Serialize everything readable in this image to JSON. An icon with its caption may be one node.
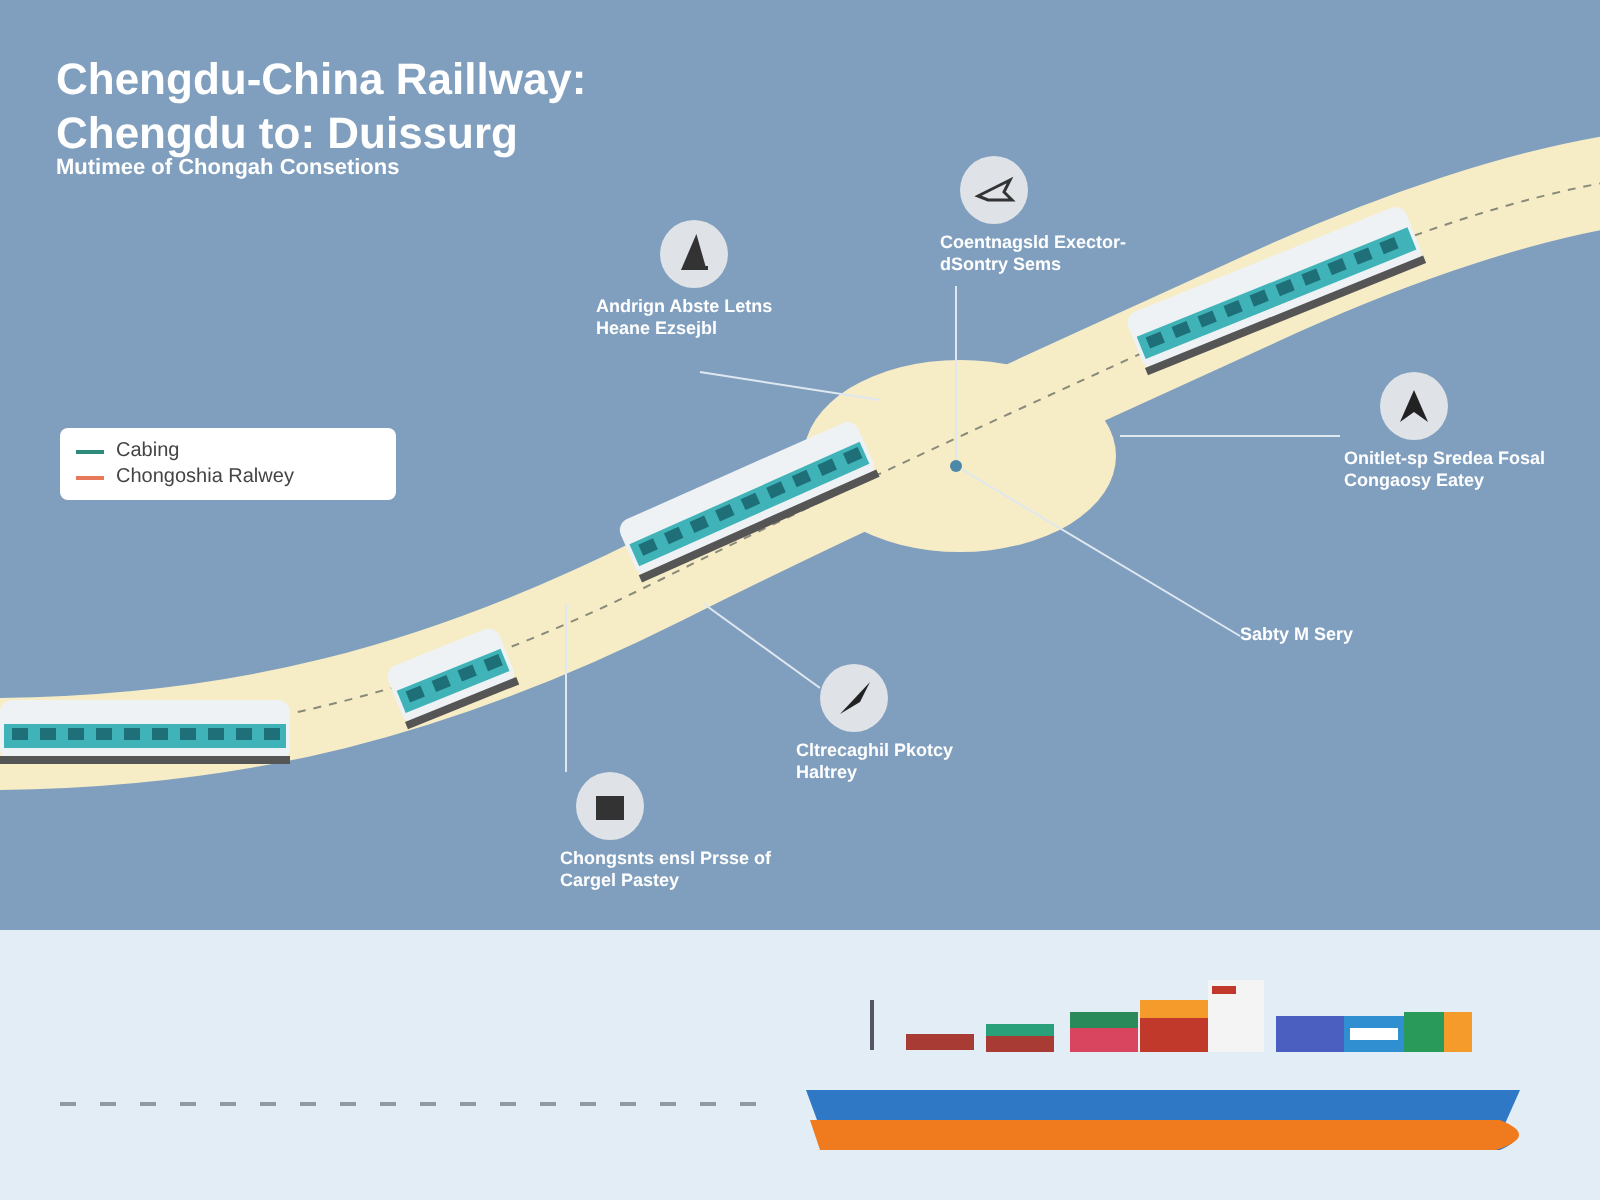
{
  "diagram": {
    "title": "Chengdu-China Raillway: Chengdu to: Duissurg",
    "nodes": [
      {
        "text": [
          "Andrign Abste Letns Heane Ezsejbl"
        ]
      },
      {
        "text": [
          "Coentnagsld Exector-dSontry Sems"
        ]
      },
      {
        "text": [
          "Onitlet-sp Sredea Fosal Congaosy Eatey"
        ]
      },
      {
        "text": [
          "Sabty M Sery"
        ]
      },
      {
        "text": [
          "Cltrecaghil Pkotcy Haltrey"
        ]
      },
      {
        "text": [
          "Chongsnts ensl Prsse of Cargel Pastey"
        ]
      }
    ],
    "edges": [
      {
        "from": 0,
        "to": null,
        "arrow": "none"
      },
      {
        "from": 1,
        "to": null,
        "arrow": "none"
      },
      {
        "from": 2,
        "to": null,
        "arrow": "none"
      },
      {
        "from": 3,
        "to": null,
        "arrow": "none"
      },
      {
        "from": 4,
        "to": null,
        "arrow": "none"
      },
      {
        "from": 5,
        "to": null,
        "arrow": "none"
      }
    ],
    "labels": [
      "Mutimee of Chongah Consetions"
    ],
    "legend": [
      {
        "text": "Cabing",
        "color": "#2e8b7a"
      },
      {
        "text": "Chongoshia Ralwey",
        "color": "#e8785a"
      }
    ]
  }
}
